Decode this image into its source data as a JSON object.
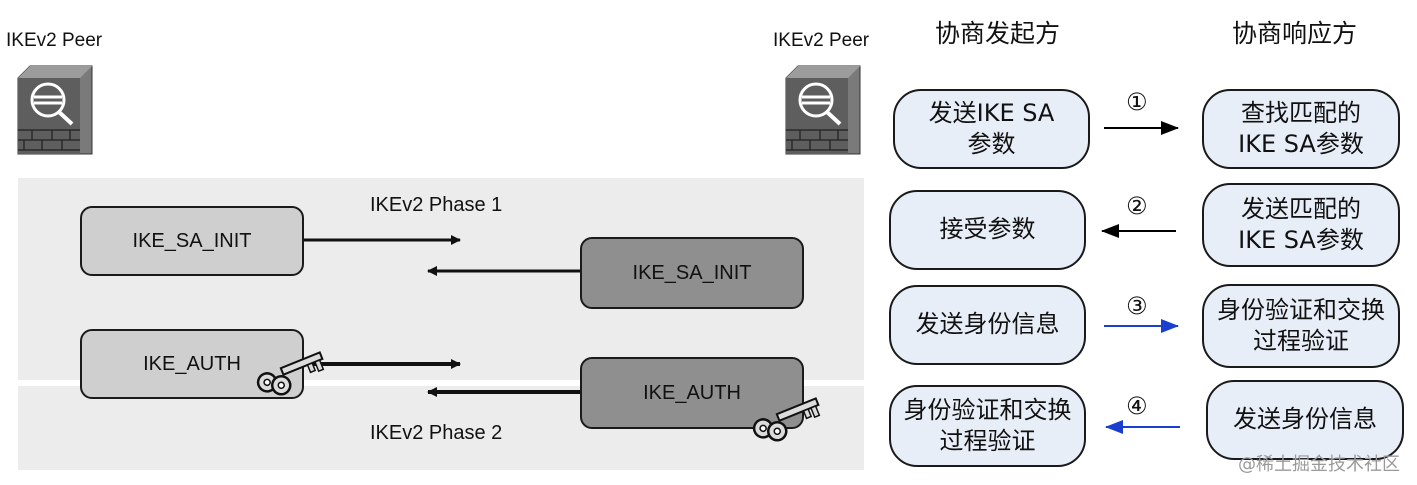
{
  "left": {
    "peer_left_label": "IKEv2 Peer",
    "peer_right_label": "IKEv2 Peer",
    "phase1_label": "IKEv2 Phase 1",
    "phase2_label": "IKEv2 Phase 2",
    "initiator_sa_init": "IKE_SA_INIT",
    "responder_sa_init": "IKE_SA_INIT",
    "initiator_auth": "IKE_AUTH",
    "responder_auth": "IKE_AUTH"
  },
  "right": {
    "initiator_header": "协商发起方",
    "responder_header": "协商响应方",
    "steps": [
      {
        "num": "①",
        "initiator": "发送IKE SA\n参数",
        "responder": "查找匹配的\nIKE SA参数",
        "direction": "right",
        "arrow_color": "#000000"
      },
      {
        "num": "②",
        "initiator": "接受参数",
        "responder": "发送匹配的\nIKE SA参数",
        "direction": "left",
        "arrow_color": "#000000"
      },
      {
        "num": "③",
        "initiator": "发送身份信息",
        "responder": "身份验证和交换\n过程验证",
        "direction": "right",
        "arrow_color": "#1a3fd0"
      },
      {
        "num": "④",
        "initiator": "身份验证和交换\n过程验证",
        "responder": "发送身份信息",
        "direction": "left",
        "arrow_color": "#1a3fd0"
      }
    ]
  },
  "watermark": "@稀土掘金技术社区"
}
